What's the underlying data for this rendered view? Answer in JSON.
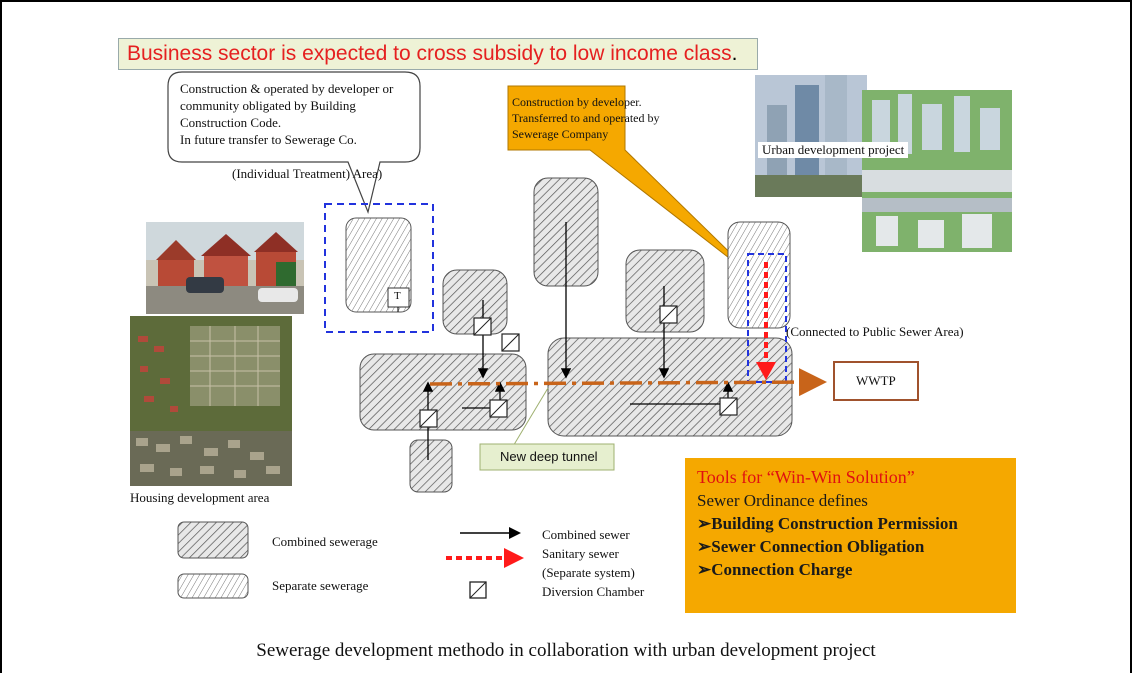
{
  "banner": {
    "text": "Business sector is expected to cross subsidy to low income class",
    "period": "."
  },
  "callout_left": {
    "lines": [
      "Construction & operated by developer or",
      "community obligated by Building",
      "Construction Code.",
      "In future transfer to Sewerage Co."
    ]
  },
  "callout_orange": {
    "lines": [
      "Construction by developer.",
      "Transferred to and operated by",
      "Sewerage Company"
    ]
  },
  "labels": {
    "individual_area": "(Individual Treatment) Area)",
    "connected_area": "(Connected to Public Sewer Area)",
    "urban_project": "Urban development project",
    "housing_area": "Housing development area",
    "tank": "T",
    "wwtp": "WWTP",
    "deep_tunnel": "New deep tunnel"
  },
  "legend": {
    "combined_sewerage": "Combined sewerage",
    "separate_sewerage": "Separate sewerage",
    "combined_sewer": "Combined sewer",
    "sanitary_sewer": "Sanitary sewer",
    "separate_system": "(Separate system)",
    "diversion_chamber": "Diversion Chamber"
  },
  "tools": {
    "title": "Tools for “Win-Win Solution”",
    "subtitle": "Sewer Ordinance defines",
    "items": [
      "➢Building Construction Permission",
      "➢Sewer Connection Obligation",
      "➢Connection Charge"
    ]
  },
  "caption": "Sewerage development methodo in collaboration with urban development project",
  "colors": {
    "banner_text": "#e52020",
    "callout_orange": "#f5a800",
    "tunnel": "#c8641a",
    "sanitary": "#ff1a1a",
    "dashed_area": "#2233dd",
    "deep_tunnel_label_bg": "#e6efcf"
  }
}
